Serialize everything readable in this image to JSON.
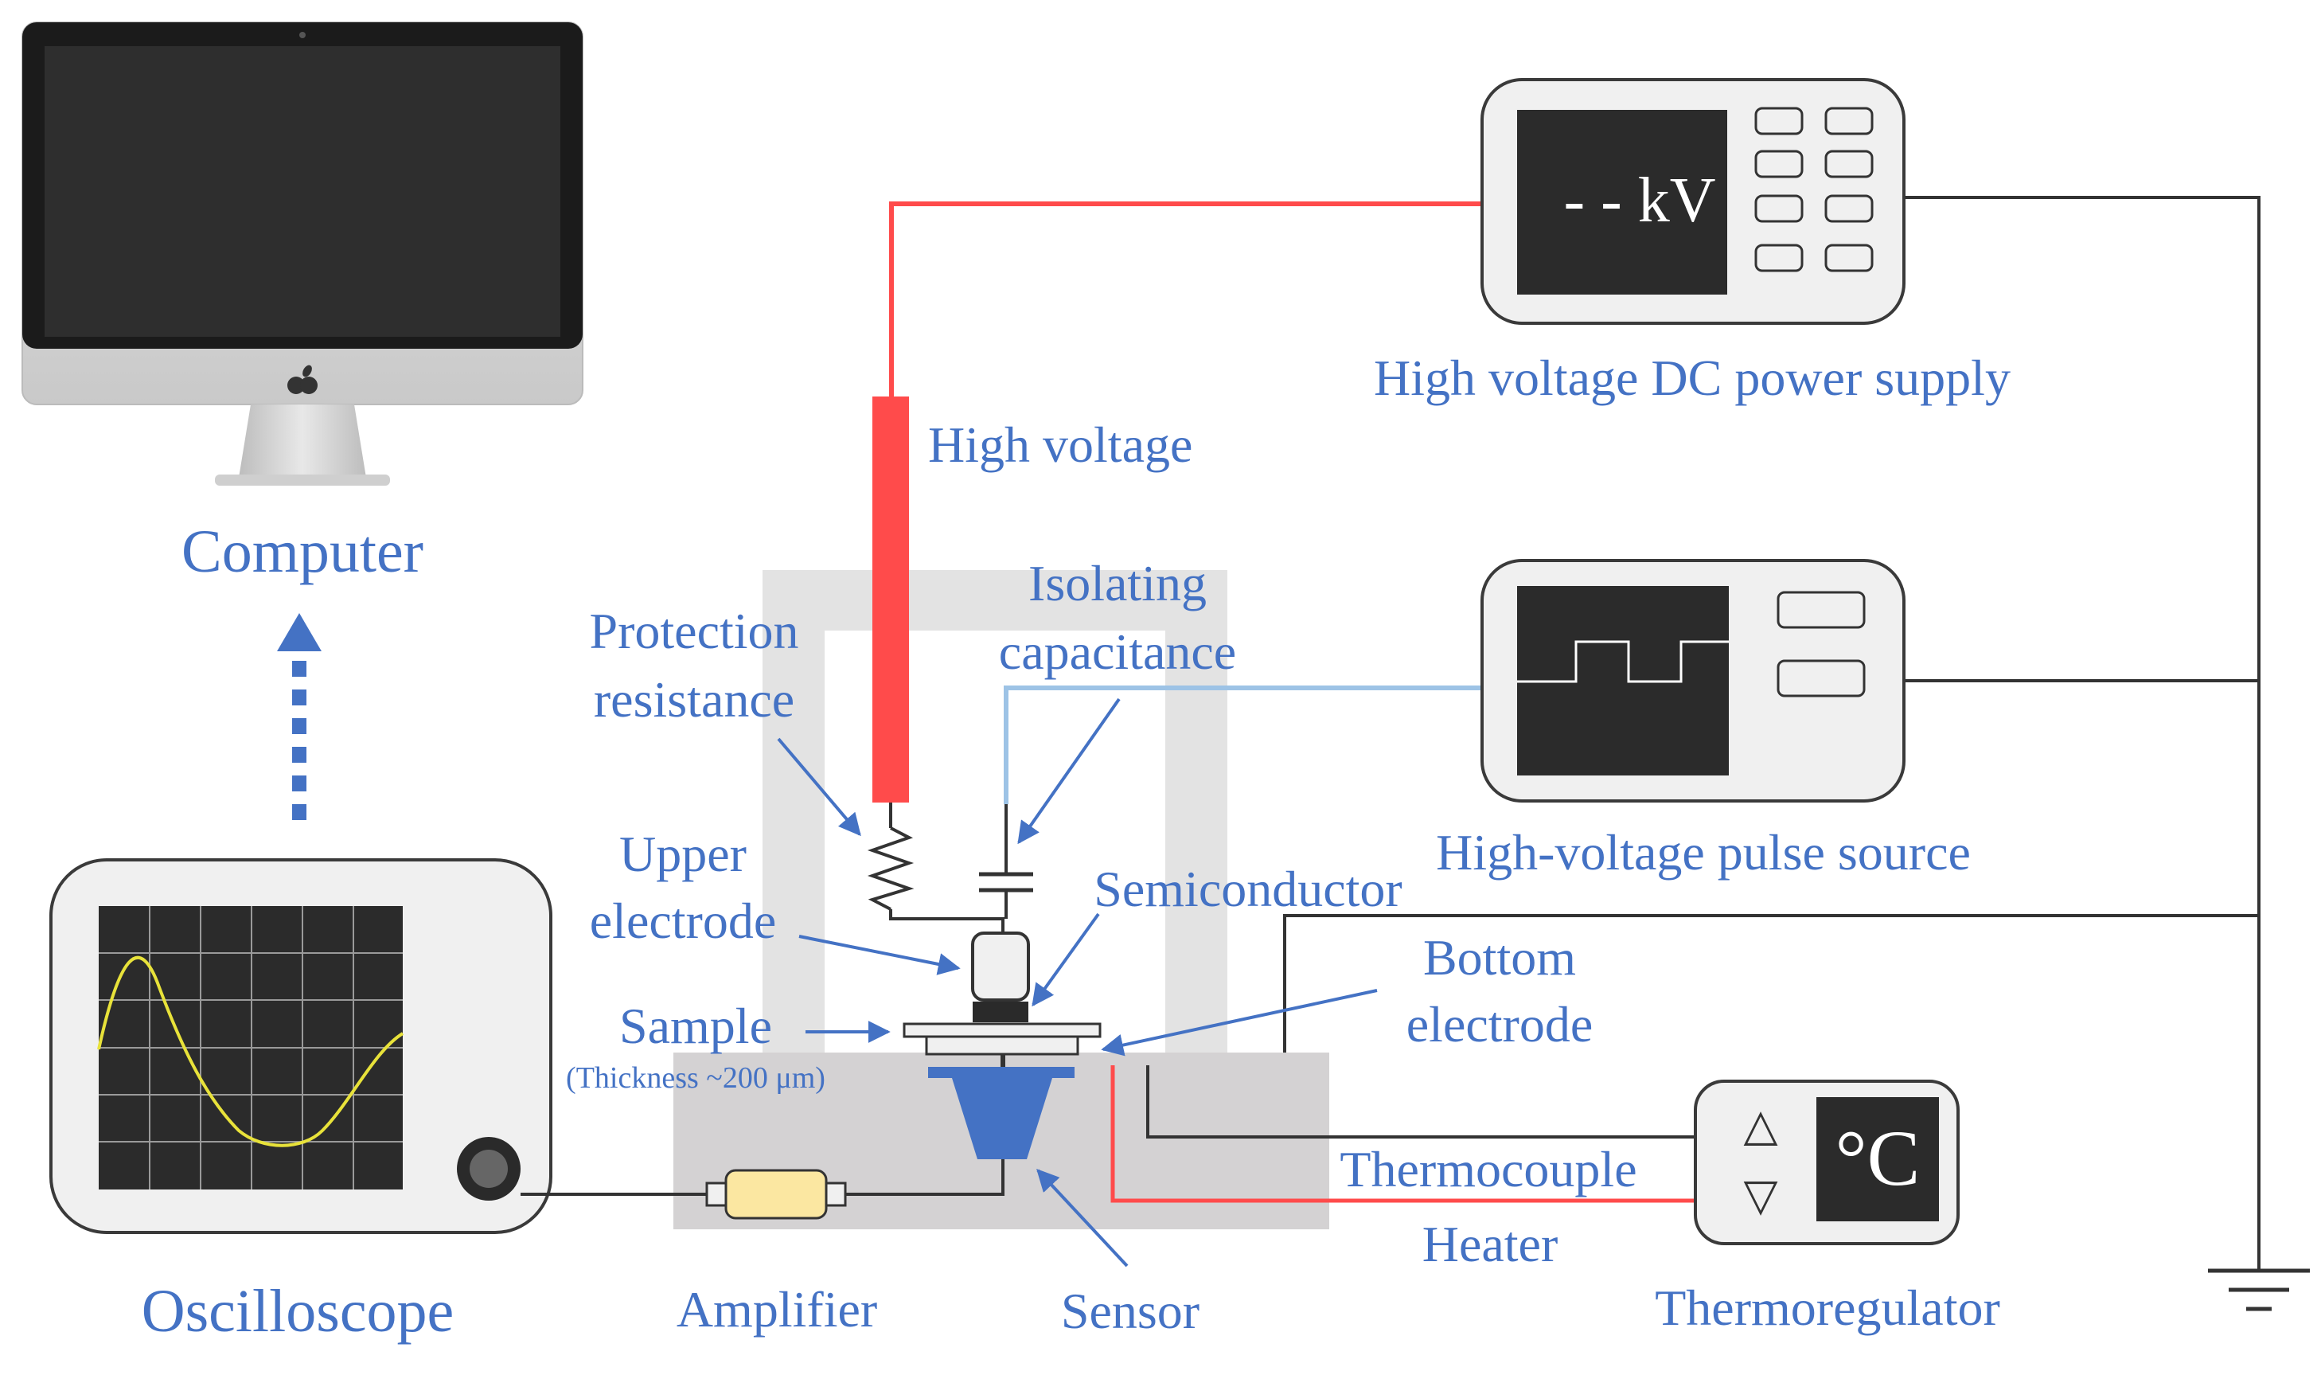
{
  "labels": {
    "computer": "Computer",
    "oscilloscope": "Oscilloscope",
    "amplifier": "Amplifier",
    "sensor": "Sensor",
    "high_voltage": "High voltage",
    "hv_dc_power_supply": "High voltage DC power supply",
    "hv_pulse_source": "High-voltage pulse source",
    "protection_resistance_line1": "Protection",
    "protection_resistance_line2": "resistance",
    "isolating_capacitance_line1": "Isolating",
    "isolating_capacitance_line2": "capacitance",
    "upper_electrode_line1": "Upper",
    "upper_electrode_line2": "electrode",
    "semiconductor": "Semiconductor",
    "sample": "Sample",
    "sample_thickness": "(Thickness ~200 μm)",
    "bottom_electrode_line1": "Bottom",
    "bottom_electrode_line2": "electrode",
    "thermocouple": "Thermocouple",
    "heater": "Heater",
    "thermoregulator": "Thermoregulator"
  },
  "displays": {
    "dc_supply_readout": "- - kV",
    "thermoregulator_unit": "°C",
    "thermo_up_symbol": "△",
    "thermo_down_symbol": "▽"
  },
  "colors": {
    "label_blue": "#4472C4",
    "high_voltage_red": "#FF4B4B",
    "pulse_line_blue": "#9DC3E6",
    "sensor_blue": "#4472C4",
    "wave_yellow": "#E8E23A",
    "amplifier_fill": "#FBE7A1",
    "frame_gray": "#E3E3E3",
    "base_gray": "#D4D2D3",
    "device_fill": "#F0F0F0",
    "screen_dark": "#2B2B2B"
  },
  "icons": {
    "computer": "imac-icon",
    "ground": "ground-symbol-icon",
    "resistor": "resistor-zigzag-icon",
    "capacitor": "capacitor-icon",
    "arrow": "dashed-up-arrow-icon"
  }
}
